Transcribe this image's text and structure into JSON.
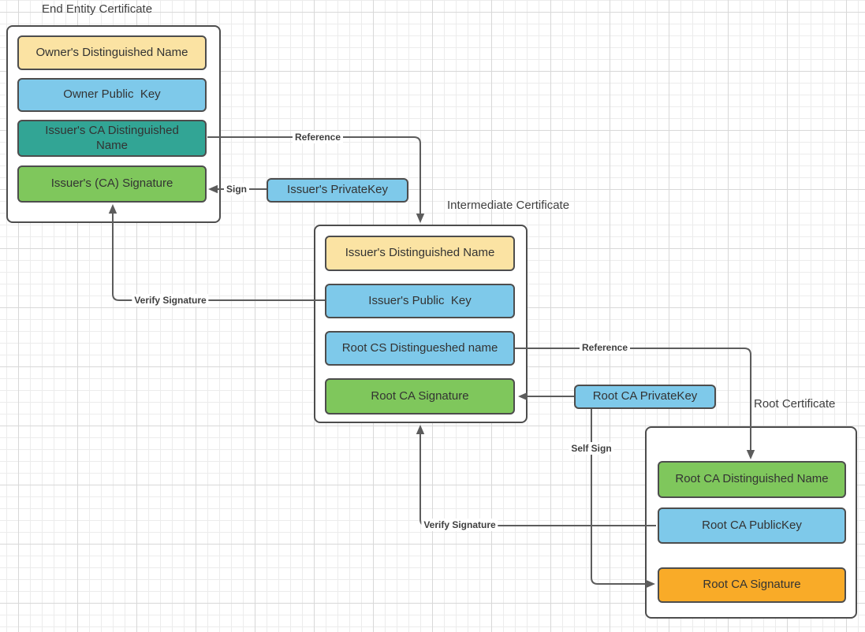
{
  "colors": {
    "yellow": "#FBE3A3",
    "blue": "#7EC9EA",
    "teal": "#32A595",
    "green": "#7FC75C",
    "orange": "#F9AB28",
    "container_fill": "#FFFFFF",
    "shape_border": "#4D4D4D",
    "line": "#5C5C5C",
    "text": "#333333"
  },
  "certificates": {
    "end_entity": {
      "title": "End Entity Certificate",
      "fields": [
        {
          "label": "Owner's Distinguished Name",
          "fill": "#FBE3A3"
        },
        {
          "label": "Owner Public  Key",
          "fill": "#7EC9EA"
        },
        {
          "label": "Issuer's CA Distinguished Name",
          "fill": "#32A595"
        },
        {
          "label": "Issuer's (CA) Signature",
          "fill": "#7FC75C"
        }
      ]
    },
    "intermediate": {
      "title": "Intermediate Certificate",
      "fields": [
        {
          "label": "Issuer's Distinguished Name",
          "fill": "#FBE3A3"
        },
        {
          "label": "Issuer's Public  Key",
          "fill": "#7EC9EA"
        },
        {
          "label": "Root CS Distingueshed name",
          "fill": "#7EC9EA"
        },
        {
          "label": "Root CA Signature",
          "fill": "#7FC75C"
        }
      ]
    },
    "root": {
      "title": "Root Certificate",
      "fields": [
        {
          "label": "Root CA Distinguished Name",
          "fill": "#7FC75C"
        },
        {
          "label": "Root CA PublicKey",
          "fill": "#7EC9EA"
        },
        {
          "label": "Root CA Signature",
          "fill": "#F9AB28"
        }
      ]
    }
  },
  "keys": {
    "issuer_private": {
      "label": "Issuer's PrivateKey",
      "fill": "#7EC9EA"
    },
    "root_private": {
      "label": "Root CA PrivateKey",
      "fill": "#7EC9EA"
    }
  },
  "connectors": {
    "sign": {
      "label": "Sign"
    },
    "reference_end_to_intermediate": {
      "label": "Reference"
    },
    "verify_intermediate_to_end": {
      "label": "Verify Signature"
    },
    "reference_intermediate_to_root": {
      "label": "Reference"
    },
    "verify_root_to_intermediate": {
      "label": "Verify Signature"
    },
    "self_sign": {
      "label": "Self Sign"
    }
  }
}
